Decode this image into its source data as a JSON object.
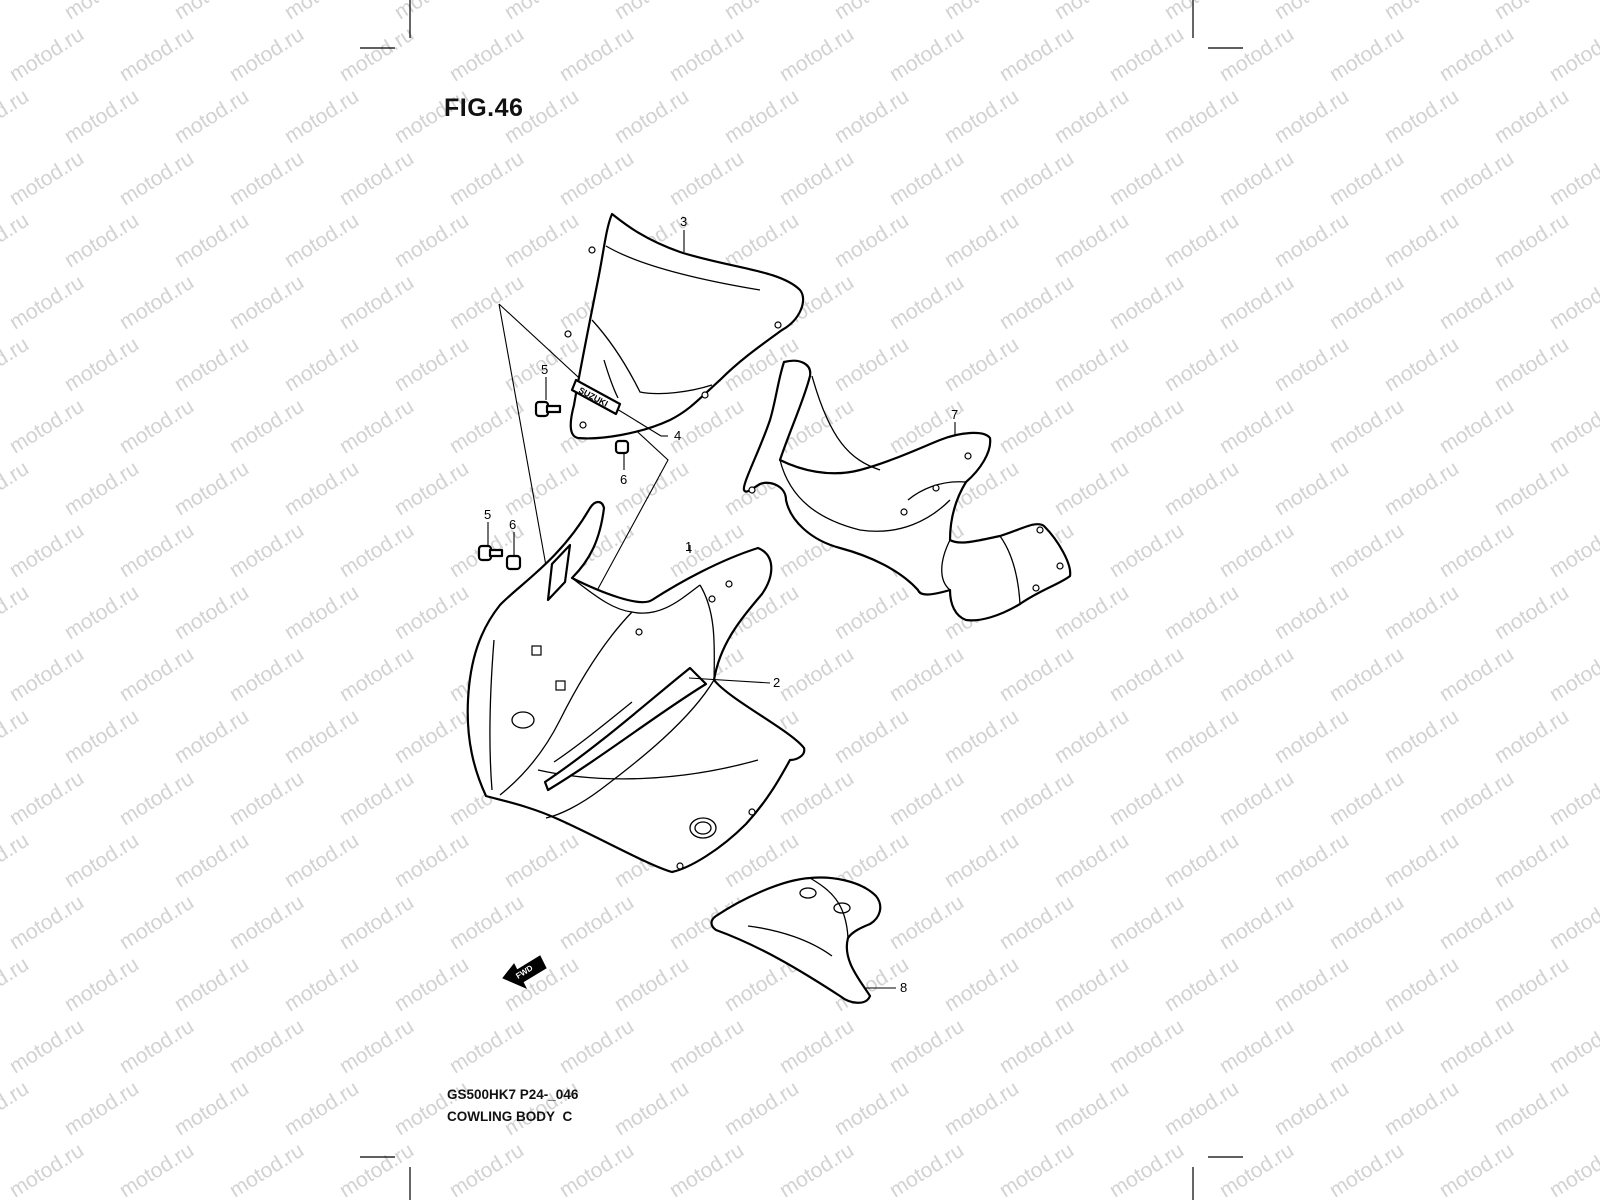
{
  "figure": {
    "title": "FIG.46",
    "model_code": "GS500HK7 P24-_046",
    "section_name": "COWLING BODY  C"
  },
  "watermark": {
    "text": "motod.ru"
  },
  "windscreen_logo": "SUZUKI",
  "direction_arrow": {
    "label": "FWD"
  },
  "callouts": [
    {
      "id": "c1",
      "number": "1",
      "part": "cowling-body"
    },
    {
      "id": "c2",
      "number": "2",
      "part": "cowling-emblem-stripe"
    },
    {
      "id": "c3",
      "number": "3",
      "part": "windscreen"
    },
    {
      "id": "c4",
      "number": "4",
      "part": "windscreen-emblem"
    },
    {
      "id": "c5a",
      "number": "5",
      "part": "screw"
    },
    {
      "id": "c6a",
      "number": "6",
      "part": "nut"
    },
    {
      "id": "c5b",
      "number": "5",
      "part": "screw"
    },
    {
      "id": "c6b",
      "number": "6",
      "part": "nut"
    },
    {
      "id": "c7",
      "number": "7",
      "part": "inner-cowling"
    },
    {
      "id": "c8",
      "number": "8",
      "part": "lower-cover"
    }
  ]
}
